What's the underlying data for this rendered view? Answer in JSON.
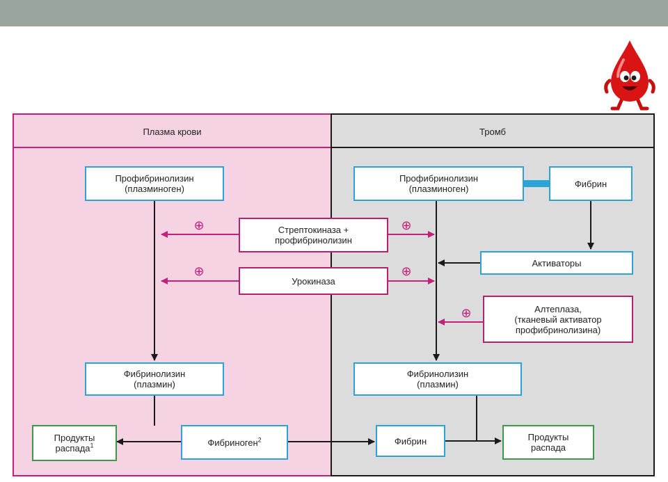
{
  "headers": {
    "plasma": "Плазма крови",
    "thrombus": "Тромб"
  },
  "left": {
    "profibrinolysin_l1": "Профибринолизин",
    "profibrinolysin_l2": "(плазминоген)",
    "fibrinolysin_l1": "Фибринолизин",
    "fibrinolysin_l2": "(плазмин)",
    "products_l1": "Продукты",
    "products_l2": "распада",
    "products_sup": "1",
    "fibrinogen": "Фибриноген",
    "fibrinogen_sup": "2"
  },
  "center": {
    "streptokinase_l1": "Стрептокиназа +",
    "streptokinase_l2": "профибринолизин",
    "urokinase": "Урокиназа"
  },
  "right": {
    "profibrinolysin_l1": "Профибринолизин",
    "profibrinolysin_l2": "(плазминоген)",
    "fibrin_top": "Фибрин",
    "activators": "Активаторы",
    "alteplase_l1": "Алтеплаза,",
    "alteplase_l2": "(тканевый активатор",
    "alteplase_l3": "профибринолизина)",
    "fibrinolysin_l1": "Фибринолизин",
    "fibrinolysin_l2": "(плазмин)",
    "fibrin_bottom": "Фибрин",
    "products_l1": "Продукты",
    "products_l2": "распада"
  },
  "symbols": {
    "plus": "⊕"
  },
  "colors": {
    "plasma_bg": "#f6d3e3",
    "thrombus_bg": "#dcdcdc",
    "blue_border": "#2aa3d8",
    "magenta": "#c2207a",
    "green_border": "#3a9a48",
    "top_bar": "#98a49c"
  },
  "icons": {
    "mascot": "blood-drop-mascot-icon"
  }
}
